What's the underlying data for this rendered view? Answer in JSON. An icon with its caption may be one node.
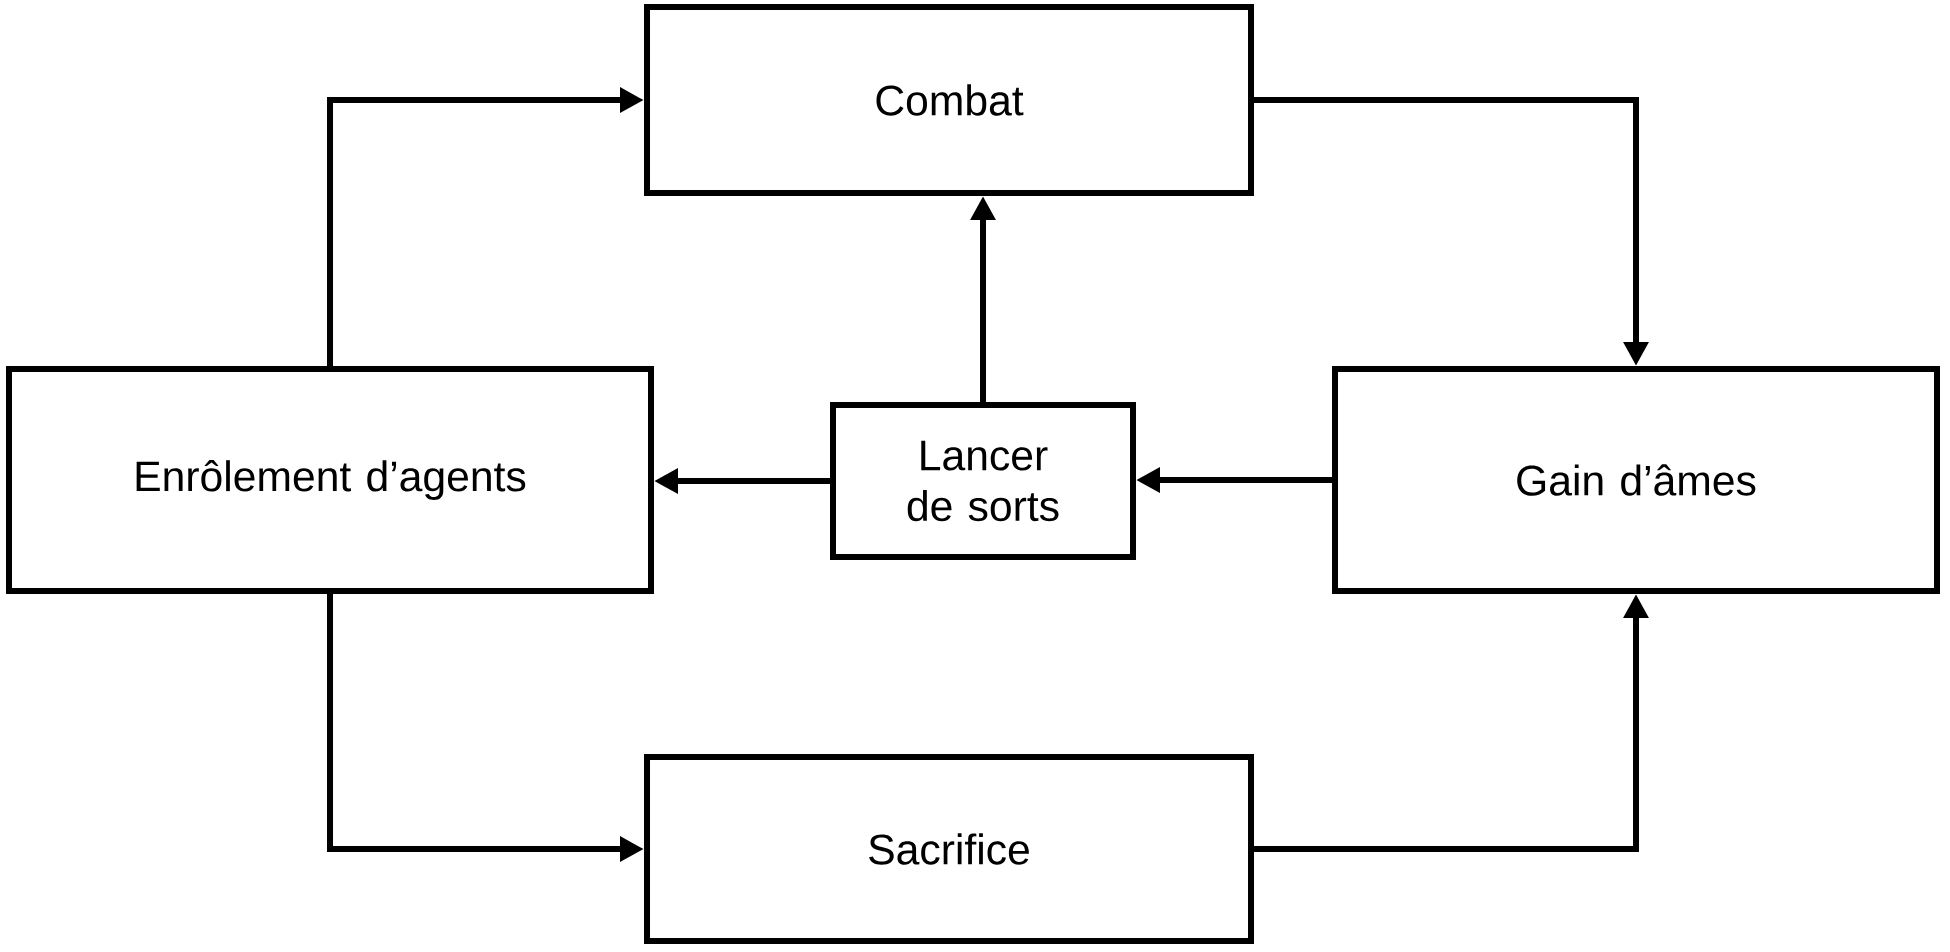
{
  "diagram": {
    "nodes": [
      {
        "text": [
          "Combat"
        ]
      },
      {
        "text": [
          "Enrôlement d’agents"
        ]
      },
      {
        "text": [
          "Lancer de sorts"
        ]
      },
      {
        "text": [
          "Gain d’âmes"
        ]
      },
      {
        "text": [
          "Sacrifice"
        ]
      }
    ],
    "edges": [
      {
        "from": 1,
        "to": 0,
        "arrow": "to"
      },
      {
        "from": 0,
        "to": 3,
        "arrow": "to"
      },
      {
        "from": 2,
        "to": 0,
        "arrow": "to"
      },
      {
        "from": 2,
        "to": 1,
        "arrow": "to"
      },
      {
        "from": 3,
        "to": 2,
        "arrow": "to"
      },
      {
        "from": 1,
        "to": 4,
        "arrow": "to"
      },
      {
        "from": 4,
        "to": 3,
        "arrow": "to"
      }
    ]
  }
}
